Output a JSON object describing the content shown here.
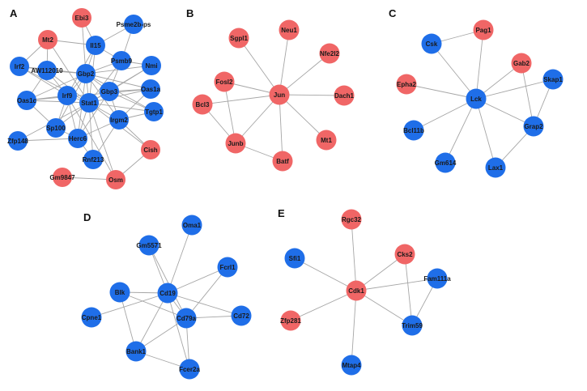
{
  "colors": {
    "blue": "#1f6ee8",
    "red": "#f06666",
    "edge": "#a6a6a6"
  },
  "panels": [
    {
      "label": "A",
      "nodes": [
        {
          "id": "ebi3",
          "label": "Ebi3",
          "color": "red"
        },
        {
          "id": "psme2b-ps",
          "label": "Psme2b-ps",
          "color": "blue"
        },
        {
          "id": "mt2",
          "label": "Mt2",
          "color": "red"
        },
        {
          "id": "il15",
          "label": "Il15",
          "color": "blue"
        },
        {
          "id": "psmb9",
          "label": "Psmb9",
          "color": "blue"
        },
        {
          "id": "irf2",
          "label": "Irf2",
          "color": "blue"
        },
        {
          "id": "aw112010",
          "label": "AW112010",
          "color": "blue"
        },
        {
          "id": "gbp2",
          "label": "Gbp2",
          "color": "blue"
        },
        {
          "id": "nmi",
          "label": "Nmi",
          "color": "blue"
        },
        {
          "id": "gbp3",
          "label": "Gbp3",
          "color": "blue"
        },
        {
          "id": "oas1a",
          "label": "Oas1a",
          "color": "blue"
        },
        {
          "id": "oas1c",
          "label": "Oas1c",
          "color": "blue"
        },
        {
          "id": "irf9",
          "label": "Irf9",
          "color": "blue"
        },
        {
          "id": "stat1",
          "label": "Stat1",
          "color": "blue"
        },
        {
          "id": "tgtp1",
          "label": "Tgtp1",
          "color": "blue"
        },
        {
          "id": "irgm2",
          "label": "Irgm2",
          "color": "blue"
        },
        {
          "id": "sp100",
          "label": "Sp100",
          "color": "blue"
        },
        {
          "id": "herc6",
          "label": "Herc6",
          "color": "blue"
        },
        {
          "id": "zfp148",
          "label": "Zfp148",
          "color": "blue"
        },
        {
          "id": "cish",
          "label": "Cish",
          "color": "red"
        },
        {
          "id": "rnf213",
          "label": "Rnf213",
          "color": "blue"
        },
        {
          "id": "gm9847",
          "label": "Gm9847",
          "color": "red"
        },
        {
          "id": "osm",
          "label": "Osm",
          "color": "red"
        }
      ],
      "edges": [
        [
          "stat1",
          "gbp2"
        ],
        [
          "stat1",
          "irf9"
        ],
        [
          "stat1",
          "gbp3"
        ],
        [
          "stat1",
          "irgm2"
        ],
        [
          "stat1",
          "oas1c"
        ],
        [
          "stat1",
          "aw112010"
        ],
        [
          "stat1",
          "sp100"
        ],
        [
          "stat1",
          "herc6"
        ],
        [
          "stat1",
          "rnf213"
        ],
        [
          "stat1",
          "psmb9"
        ],
        [
          "stat1",
          "nmi"
        ],
        [
          "stat1",
          "oas1a"
        ],
        [
          "stat1",
          "tgtp1"
        ],
        [
          "stat1",
          "mt2"
        ],
        [
          "stat1",
          "irf2"
        ],
        [
          "stat1",
          "il15"
        ],
        [
          "stat1",
          "cish"
        ],
        [
          "stat1",
          "osm"
        ],
        [
          "stat1",
          "zfp148"
        ],
        [
          "gbp2",
          "gbp3"
        ],
        [
          "gbp2",
          "irf9"
        ],
        [
          "gbp2",
          "irgm2"
        ],
        [
          "gbp2",
          "oas1a"
        ],
        [
          "gbp2",
          "psmb9"
        ],
        [
          "gbp2",
          "aw112010"
        ],
        [
          "gbp2",
          "il15"
        ],
        [
          "gbp2",
          "nmi"
        ],
        [
          "gbp2",
          "tgtp1"
        ],
        [
          "gbp2",
          "sp100"
        ],
        [
          "gbp2",
          "herc6"
        ],
        [
          "gbp2",
          "oas1c"
        ],
        [
          "gbp2",
          "irf2"
        ],
        [
          "gbp2",
          "ebi3"
        ],
        [
          "gbp3",
          "irgm2"
        ],
        [
          "gbp3",
          "tgtp1"
        ],
        [
          "gbp3",
          "oas1a"
        ],
        [
          "gbp3",
          "psmb9"
        ],
        [
          "gbp3",
          "nmi"
        ],
        [
          "gbp3",
          "herc6"
        ],
        [
          "irf9",
          "oas1c"
        ],
        [
          "irf9",
          "aw112010"
        ],
        [
          "irf9",
          "irf2"
        ],
        [
          "irf9",
          "sp100"
        ],
        [
          "irf9",
          "herc6"
        ],
        [
          "irf9",
          "il15"
        ],
        [
          "irgm2",
          "tgtp1"
        ],
        [
          "irgm2",
          "oas1a"
        ],
        [
          "irgm2",
          "herc6"
        ],
        [
          "irgm2",
          "rnf213"
        ],
        [
          "irgm2",
          "cish"
        ],
        [
          "psmb9",
          "psme2b-ps"
        ],
        [
          "psmb9",
          "nmi"
        ],
        [
          "psmb9",
          "il15"
        ],
        [
          "il15",
          "psme2b-ps"
        ],
        [
          "il15",
          "ebi3"
        ],
        [
          "aw112010",
          "irf2"
        ],
        [
          "aw112010",
          "oas1c"
        ],
        [
          "aw112010",
          "mt2"
        ],
        [
          "mt2",
          "irf2"
        ],
        [
          "mt2",
          "il15"
        ],
        [
          "oas1a",
          "oas1c"
        ],
        [
          "oas1c",
          "sp100"
        ],
        [
          "sp100",
          "herc6"
        ],
        [
          "herc6",
          "rnf213"
        ],
        [
          "herc6",
          "zfp148"
        ],
        [
          "gm9847",
          "osm"
        ],
        [
          "osm",
          "cish"
        ],
        [
          "osm",
          "irf9"
        ]
      ]
    },
    {
      "label": "B",
      "nodes": [
        {
          "id": "neu1",
          "label": "Neu1",
          "color": "red"
        },
        {
          "id": "sgpl1",
          "label": "Sgpl1",
          "color": "red"
        },
        {
          "id": "nfe2l2",
          "label": "Nfe2l2",
          "color": "red"
        },
        {
          "id": "fosl2",
          "label": "Fosl2",
          "color": "red"
        },
        {
          "id": "jun",
          "label": "Jun",
          "color": "red"
        },
        {
          "id": "dach1",
          "label": "Dach1",
          "color": "red"
        },
        {
          "id": "bcl3",
          "label": "Bcl3",
          "color": "red"
        },
        {
          "id": "junb",
          "label": "Junb",
          "color": "red"
        },
        {
          "id": "mt1",
          "label": "Mt1",
          "color": "red"
        },
        {
          "id": "batf",
          "label": "Batf",
          "color": "red"
        }
      ],
      "edges": [
        [
          "jun",
          "neu1"
        ],
        [
          "jun",
          "sgpl1"
        ],
        [
          "jun",
          "nfe2l2"
        ],
        [
          "jun",
          "fosl2"
        ],
        [
          "jun",
          "dach1"
        ],
        [
          "jun",
          "bcl3"
        ],
        [
          "jun",
          "junb"
        ],
        [
          "jun",
          "mt1"
        ],
        [
          "jun",
          "batf"
        ],
        [
          "fosl2",
          "junb"
        ],
        [
          "bcl3",
          "junb"
        ],
        [
          "junb",
          "batf"
        ]
      ]
    },
    {
      "label": "C",
      "nodes": [
        {
          "id": "csk",
          "label": "Csk",
          "color": "blue"
        },
        {
          "id": "pag1",
          "label": "Pag1",
          "color": "red"
        },
        {
          "id": "gab2",
          "label": "Gab2",
          "color": "red"
        },
        {
          "id": "epha2",
          "label": "Epha2",
          "color": "red"
        },
        {
          "id": "skap1",
          "label": "Skap1",
          "color": "blue"
        },
        {
          "id": "lck",
          "label": "Lck",
          "color": "blue"
        },
        {
          "id": "grap2",
          "label": "Grap2",
          "color": "blue"
        },
        {
          "id": "bcl11b",
          "label": "Bcl11b",
          "color": "blue"
        },
        {
          "id": "gm614",
          "label": "Gm614",
          "color": "blue"
        },
        {
          "id": "lax1",
          "label": "Lax1",
          "color": "blue"
        }
      ],
      "edges": [
        [
          "lck",
          "csk"
        ],
        [
          "lck",
          "pag1"
        ],
        [
          "lck",
          "gab2"
        ],
        [
          "lck",
          "epha2"
        ],
        [
          "lck",
          "skap1"
        ],
        [
          "lck",
          "grap2"
        ],
        [
          "lck",
          "bcl11b"
        ],
        [
          "lck",
          "gm614"
        ],
        [
          "lck",
          "lax1"
        ],
        [
          "csk",
          "pag1"
        ],
        [
          "gab2",
          "grap2"
        ],
        [
          "skap1",
          "grap2"
        ],
        [
          "grap2",
          "lax1"
        ]
      ]
    },
    {
      "label": "D",
      "nodes": [
        {
          "id": "oma1",
          "label": "Oma1",
          "color": "blue"
        },
        {
          "id": "gm5571",
          "label": "Gm5571",
          "color": "blue"
        },
        {
          "id": "fcrl1",
          "label": "Fcrl1",
          "color": "blue"
        },
        {
          "id": "blk",
          "label": "Blk",
          "color": "blue"
        },
        {
          "id": "cd19",
          "label": "Cd19",
          "color": "blue"
        },
        {
          "id": "cd79a",
          "label": "Cd79a",
          "color": "blue"
        },
        {
          "id": "cd72",
          "label": "Cd72",
          "color": "blue"
        },
        {
          "id": "cpne1",
          "label": "Cpne1",
          "color": "blue"
        },
        {
          "id": "bank1",
          "label": "Bank1",
          "color": "blue"
        },
        {
          "id": "fcer2a",
          "label": "Fcer2a",
          "color": "blue"
        }
      ],
      "edges": [
        [
          "cd19",
          "oma1"
        ],
        [
          "cd19",
          "gm5571"
        ],
        [
          "cd19",
          "fcrl1"
        ],
        [
          "cd19",
          "blk"
        ],
        [
          "cd19",
          "cd79a"
        ],
        [
          "cd19",
          "cd72"
        ],
        [
          "cd19",
          "cpne1"
        ],
        [
          "cd19",
          "bank1"
        ],
        [
          "cd19",
          "fcer2a"
        ],
        [
          "cd79a",
          "blk"
        ],
        [
          "cd79a",
          "fcrl1"
        ],
        [
          "cd79a",
          "cd72"
        ],
        [
          "cd79a",
          "bank1"
        ],
        [
          "cd79a",
          "fcer2a"
        ],
        [
          "cd79a",
          "gm5571"
        ],
        [
          "blk",
          "bank1"
        ],
        [
          "bank1",
          "fcer2a"
        ]
      ]
    },
    {
      "label": "E",
      "nodes": [
        {
          "id": "rgc32",
          "label": "Rgc32",
          "color": "red"
        },
        {
          "id": "sfi1",
          "label": "Sfi1",
          "color": "blue"
        },
        {
          "id": "cks2",
          "label": "Cks2",
          "color": "red"
        },
        {
          "id": "fam111a",
          "label": "Fam111a",
          "color": "blue"
        },
        {
          "id": "cdk1",
          "label": "Cdk1",
          "color": "red"
        },
        {
          "id": "zfp281",
          "label": "Zfp281",
          "color": "red"
        },
        {
          "id": "trim59",
          "label": "Trim59",
          "color": "blue"
        },
        {
          "id": "mtap4",
          "label": "Mtap4",
          "color": "blue"
        }
      ],
      "edges": [
        [
          "cdk1",
          "rgc32"
        ],
        [
          "cdk1",
          "sfi1"
        ],
        [
          "cdk1",
          "cks2"
        ],
        [
          "cdk1",
          "fam111a"
        ],
        [
          "cdk1",
          "zfp281"
        ],
        [
          "cdk1",
          "trim59"
        ],
        [
          "cdk1",
          "mtap4"
        ],
        [
          "cks2",
          "trim59"
        ],
        [
          "fam111a",
          "trim59"
        ]
      ]
    }
  ]
}
